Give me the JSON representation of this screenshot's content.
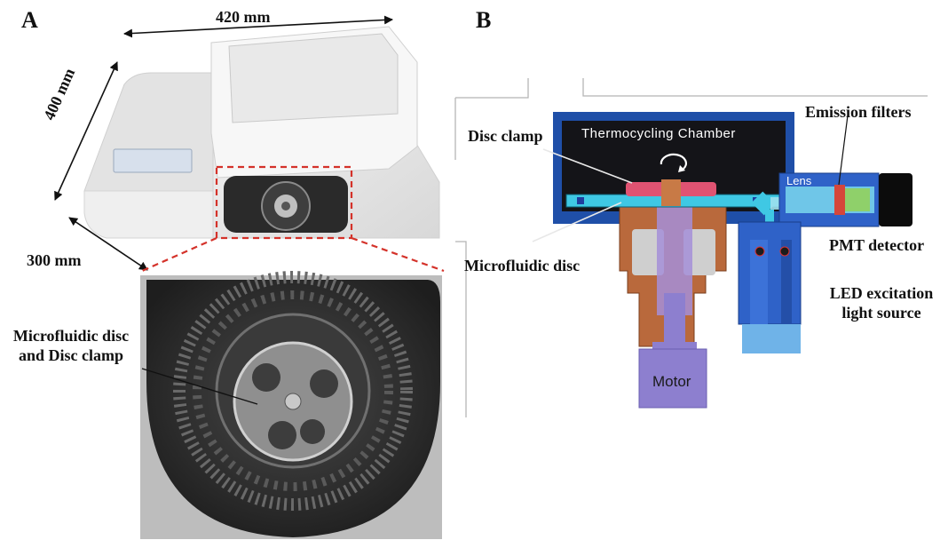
{
  "panels": {
    "a": "A",
    "b": "B"
  },
  "panel_a": {
    "dim_width": "420 mm",
    "dim_depth": "400 mm",
    "dim_height": "300 mm",
    "callout": [
      "Microfluidic disc",
      "and Disc clamp"
    ]
  },
  "panel_b": {
    "chamber": "Thermocycling Chamber",
    "disc_clamp": "Disc clamp",
    "microfluidic_disc": "Microfluidic disc",
    "emission_filters": "Emission filters",
    "lens": "Lens",
    "pmt": "PMT detector",
    "led": [
      "LED excitation",
      "light source"
    ],
    "motor": "Motor"
  },
  "colors": {
    "chamber_border": "#1f4fa8",
    "chamber_fill": "#141418",
    "copper": "#b9693c",
    "motor": "#8d7fcf",
    "disc_cyan": "#3fc8e4",
    "led_blue": "#2f62c8",
    "callout_red": "#d4322a"
  }
}
